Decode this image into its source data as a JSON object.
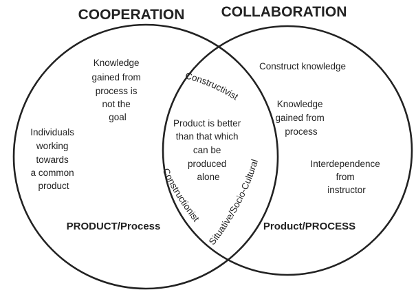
{
  "titles": {
    "left": "COOPERATION",
    "right": "COLLABORATION"
  },
  "left": {
    "note_knowledge": [
      "Knowledge",
      "gained from",
      "process is",
      "not the",
      "goal"
    ],
    "note_individuals": [
      "Individuals",
      "working",
      "towards",
      "a common",
      "product"
    ],
    "emphasis": "PRODUCT/Process"
  },
  "right": {
    "note_construct": "Construct knowledge",
    "note_knowledge": [
      "Knowledge",
      "gained from",
      "process"
    ],
    "note_interdependence": [
      "Interdependence",
      "from",
      "instructor"
    ],
    "emphasis": "Product/PROCESS"
  },
  "overlap": {
    "top_label": "Constructivist",
    "center_text": [
      "Product is better",
      "than that which",
      "can be",
      "produced",
      "alone"
    ],
    "left_label": "Constructionist",
    "right_label": "Situative/Socio-Cultural"
  },
  "colors": {
    "ink": "#222222",
    "background": "#ffffff"
  }
}
